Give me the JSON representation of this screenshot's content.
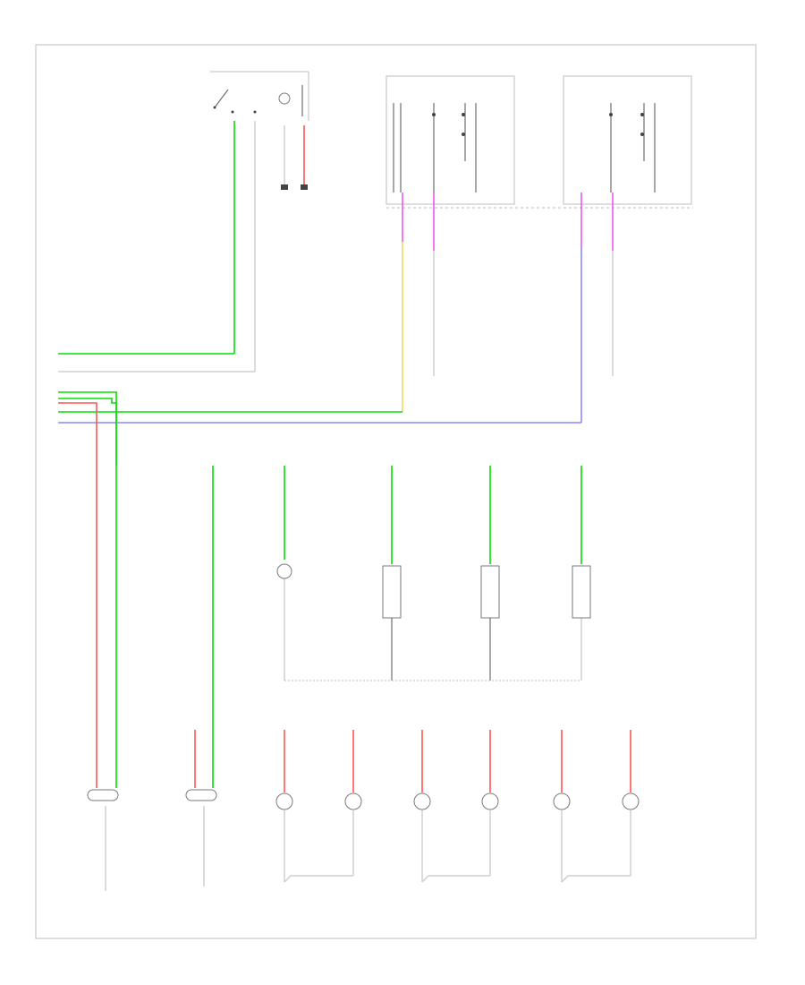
{
  "diagram": {
    "footer_mark": "",
    "wire_labels": [
      "",
      "",
      "",
      "",
      "",
      ""
    ],
    "components": [
      {
        "name": "",
        "kind": "switch"
      },
      {
        "name": "",
        "kind": "relay-box"
      },
      {
        "name": "",
        "kind": "relay-box"
      },
      {
        "name": "",
        "kind": "ground"
      },
      {
        "name": "",
        "kind": "ground"
      },
      {
        "name": "",
        "kind": "ground"
      },
      {
        "name": "",
        "kind": "lamp"
      },
      {
        "name": "",
        "kind": "lamp"
      },
      {
        "name": "",
        "kind": "lamp"
      },
      {
        "name": "",
        "kind": "lamp"
      },
      {
        "name": "",
        "kind": "ground"
      },
      {
        "name": "",
        "kind": "lamp"
      },
      {
        "name": "",
        "kind": "lamp"
      },
      {
        "name": "",
        "kind": "lamp"
      },
      {
        "name": "",
        "kind": "lamp"
      },
      {
        "name": "",
        "kind": "lamp"
      },
      {
        "name": "",
        "kind": "lamp"
      },
      {
        "name": "",
        "kind": "lamp"
      },
      {
        "name": "",
        "kind": "lamp"
      },
      {
        "name": "",
        "kind": "ground"
      }
    ]
  },
  "colors": {
    "green": "#00e000",
    "red": "#ff5555",
    "yellow": "#e8d860",
    "blue": "#8888ff",
    "pink": "#ee55ee",
    "gray": "#cfcfcf"
  }
}
